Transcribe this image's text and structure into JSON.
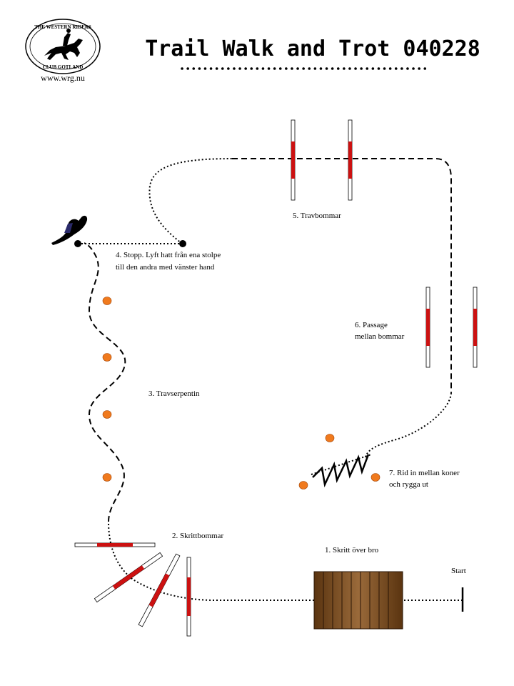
{
  "header": {
    "title": "Trail Walk and Trot 040228",
    "website": "www.wrg.nu",
    "logo_text_top": "THE WESTERN RIDERS",
    "logo_text_bottom": "CLUB GOTLAND"
  },
  "obstacles": {
    "start": "Start",
    "bridge": "1. Skritt över bro",
    "walk_poles": "2. Skrittbommar",
    "trot_serpentine": "3. Travserpentin",
    "stop_line1": "4. Stopp. Lyft hatt från ena stolpe",
    "stop_line2": "till den andra med vänster hand",
    "trot_poles": "5. Travbommar",
    "passage_line1": "6. Passage",
    "passage_line2": "mellan bommar",
    "cones_line1": "7. Rid in mellan koner",
    "cones_line2": "och rygga ut"
  },
  "colors": {
    "pole_red": "#cc1111",
    "cone_orange": "#f07a1e",
    "bridge_brown": "#8a5a2b",
    "path": "#000000"
  }
}
